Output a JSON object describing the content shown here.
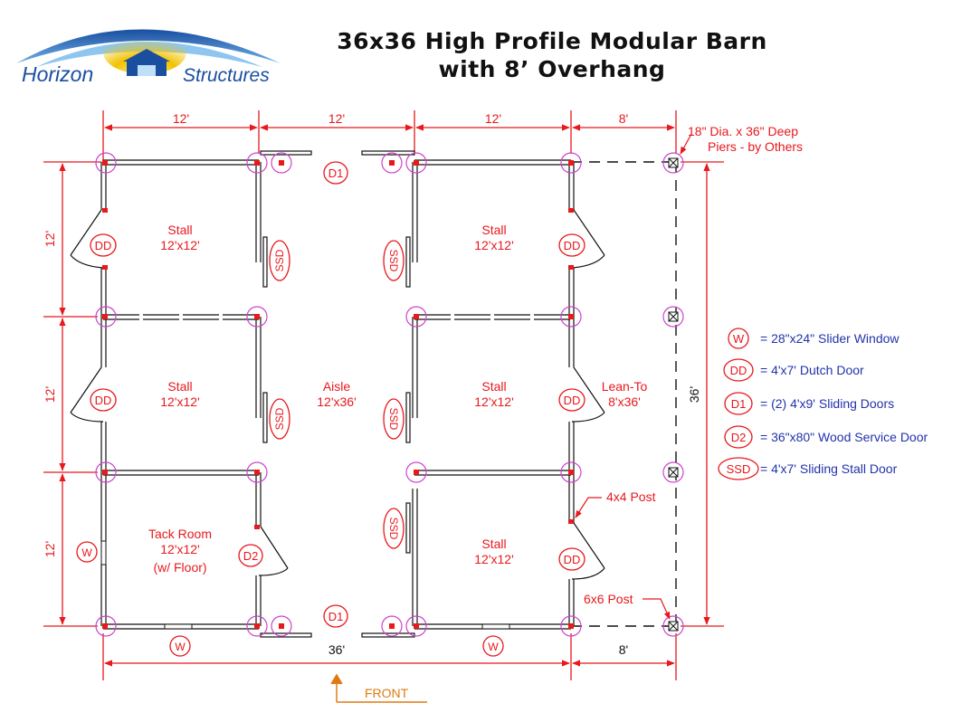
{
  "title": {
    "line1": "36x36 High Profile Modular Barn",
    "line2": "with 8’ Overhang"
  },
  "logo": {
    "text_left": "Horizon",
    "text_right": "Structures"
  },
  "dimensions": {
    "top": [
      "12'",
      "12'",
      "12'",
      "8'"
    ],
    "left": [
      "12'",
      "12'",
      "12'"
    ],
    "bottom_main": "36'",
    "bottom_overhang": "8'",
    "right": "36'"
  },
  "rooms": {
    "stall_nw": {
      "name": "Stall",
      "size": "12'x12'"
    },
    "stall_ne": {
      "name": "Stall",
      "size": "12'x12'"
    },
    "stall_w": {
      "name": "Stall",
      "size": "12'x12'"
    },
    "stall_e": {
      "name": "Stall",
      "size": "12'x12'"
    },
    "stall_se": {
      "name": "Stall",
      "size": "12'x12'"
    },
    "aisle": {
      "name": "Aisle",
      "size": "12'x36'"
    },
    "lean_to": {
      "name": "Lean-To",
      "size": "8'x36'"
    },
    "tack": {
      "name": "Tack Room",
      "size": "12'x12'",
      "note": "(w/ Floor)"
    }
  },
  "door_tags": {
    "dd": "DD",
    "d1": "D1",
    "d2": "D2",
    "w": "W",
    "ssd": "SSD"
  },
  "annotations": {
    "piers_line1": "18\" Dia. x 36\" Deep",
    "piers_line2": "Piers - by Others",
    "post_4x4": "4x4 Post",
    "post_6x6": "6x6 Post",
    "front": "FRONT"
  },
  "legend": [
    {
      "symbol": "W",
      "text": "= 28\"x24\" Slider Window"
    },
    {
      "symbol": "DD",
      "text": "= 4'x7' Dutch Door"
    },
    {
      "symbol": "D1",
      "text": "= (2) 4'x9' Sliding Doors"
    },
    {
      "symbol": "D2",
      "text": "= 36\"x80\" Wood Service Door"
    },
    {
      "symbol": "SSD",
      "text": "= 4'x7' Sliding Stall Door"
    }
  ],
  "colors": {
    "dimension": "#e8181c",
    "legend_text": "#2233aa",
    "post_circle": "#cc44cc",
    "wall": "#111111",
    "front_arrow": "#e07a10",
    "logo_blue": "#1a4fa0",
    "logo_sun": "#f2c200"
  }
}
